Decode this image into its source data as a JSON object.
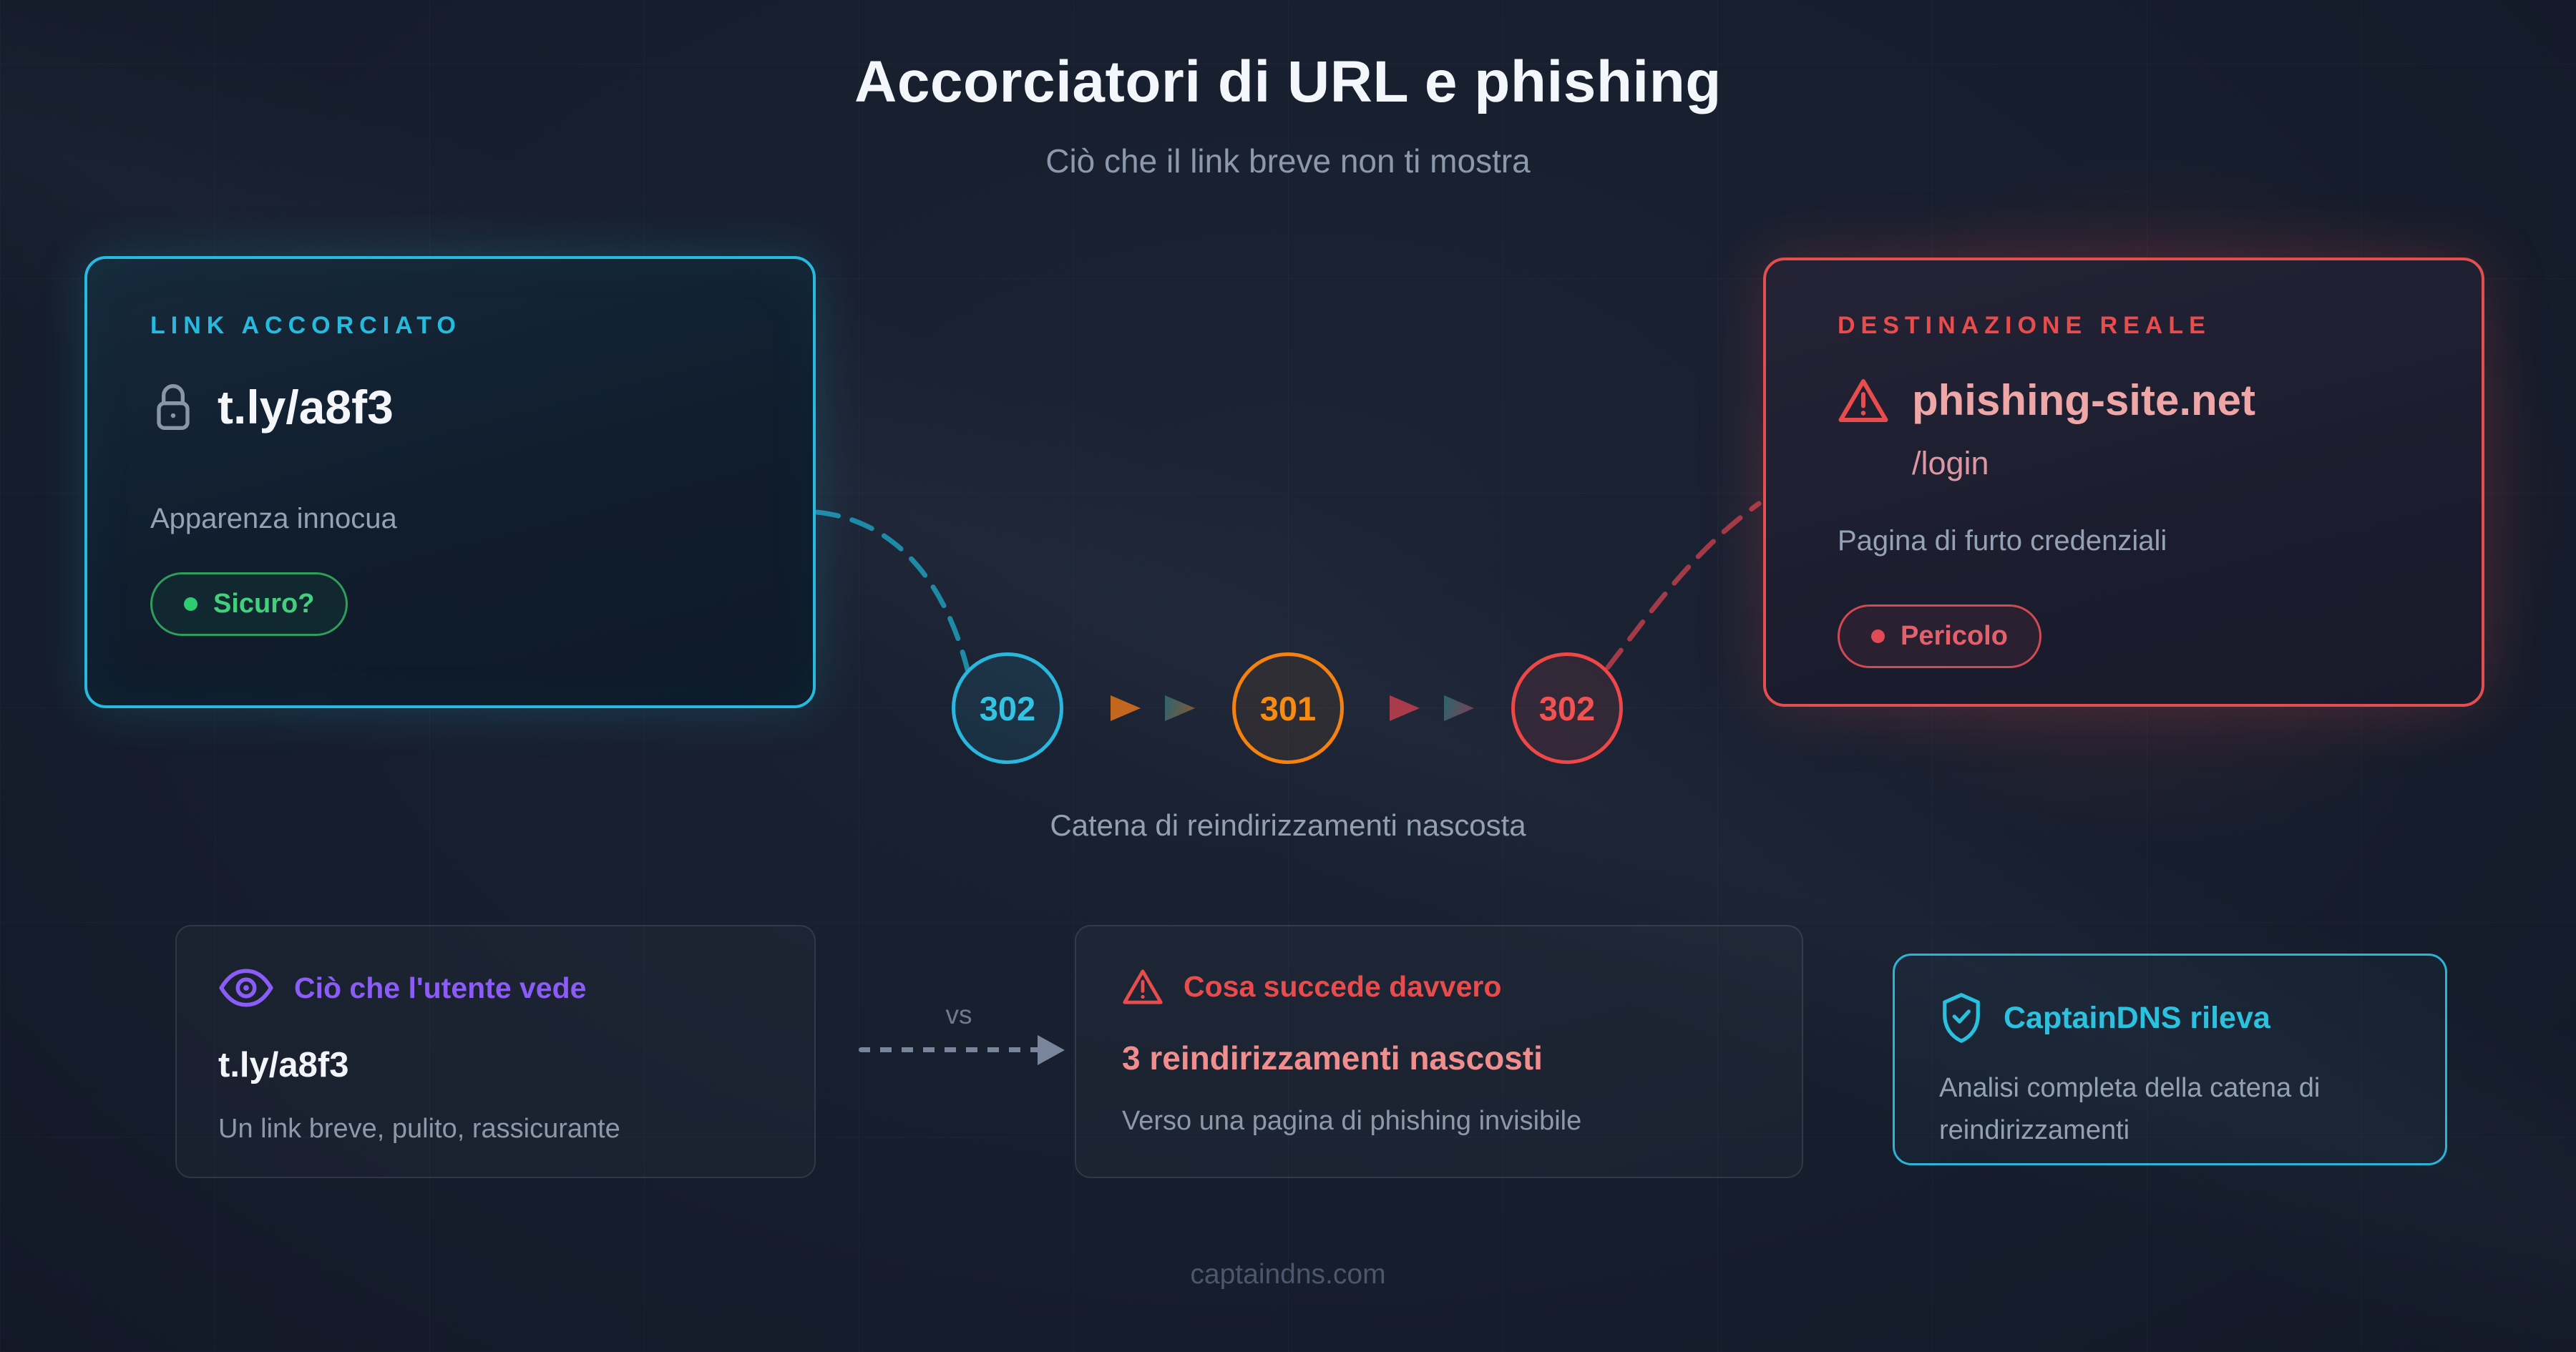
{
  "header": {
    "title": "Accorciatori di URL e phishing",
    "subtitle": "Ciò che il link breve non ti mostra"
  },
  "shortened_card": {
    "label": "LINK ACCORCIATO",
    "url": "t.ly/a8f3",
    "note": "Apparenza innocua",
    "badge": {
      "label": "Sicuro?",
      "color": "#2ecc71"
    },
    "accent": "#26bade"
  },
  "destination_card": {
    "label": "DESTINAZIONE REALE",
    "domain": "phishing-site.net",
    "path": "/login",
    "note": "Pagina di furto credenziali",
    "badge": {
      "label": "Pericolo",
      "color": "#e04b55"
    },
    "accent": "#e84c4c"
  },
  "chain": {
    "caption": "Catena di reindirizzamenti nascosta",
    "nodes": [
      {
        "code": "302",
        "color": "#29b7dd"
      },
      {
        "code": "301",
        "color": "#f5820f"
      },
      {
        "code": "302",
        "color": "#ee4747"
      }
    ]
  },
  "comparison": {
    "vs_label": "vs",
    "user_card": {
      "title": "Ciò che l'utente vede",
      "url": "t.ly/a8f3",
      "description": "Un link breve, pulito, rassicurante",
      "accent": "#8b5cf6"
    },
    "reality_card": {
      "title": "Cosa succede davvero",
      "headline": "3 reindirizzamenti nascosti",
      "description": "Verso una pagina di phishing invisibile",
      "accent": "#e84c4c"
    },
    "detect_card": {
      "title": "CaptainDNS rileva",
      "description": "Analisi completa della catena di reindirizzamenti",
      "accent": "#2bc1de"
    }
  },
  "footer": {
    "site": "captaindns.com"
  }
}
